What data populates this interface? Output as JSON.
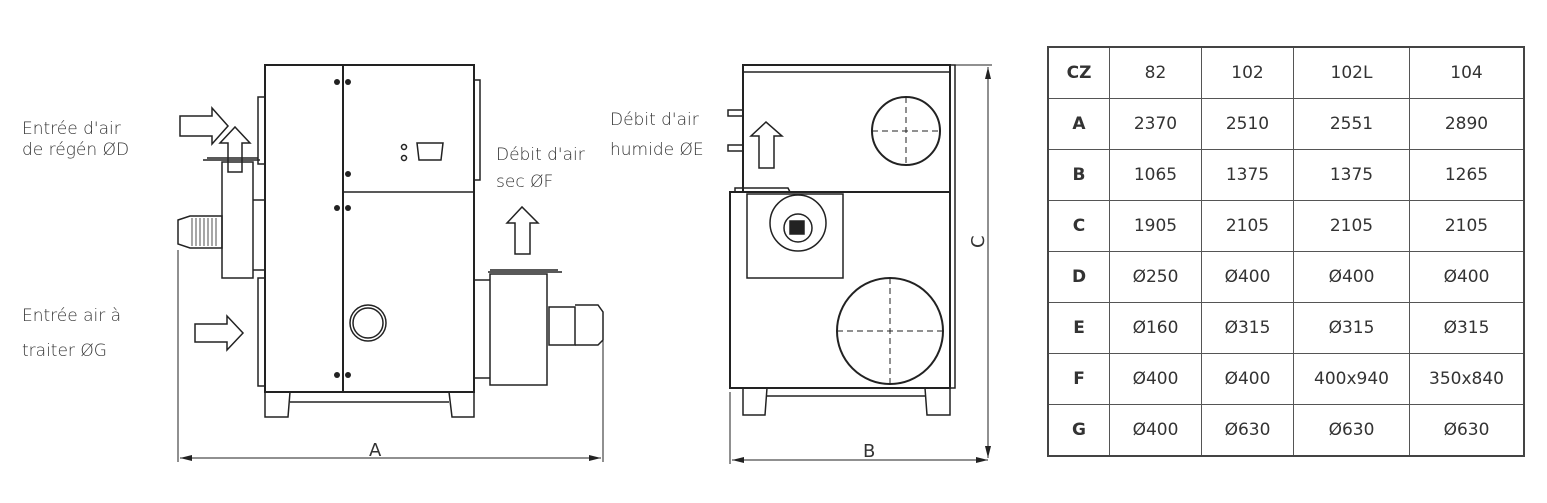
{
  "labels": {
    "regen_in_1": "Entrée d'air",
    "regen_in_2": "de régén ØD",
    "process_in_1": "Entrée air à",
    "process_in_2": "traiter ØG",
    "dry_out_1": "Débit d'air",
    "dry_out_2": "sec ØF",
    "wet_out_1": "Débit d'air",
    "wet_out_2": "humide ØE",
    "dim_a": "A",
    "dim_b": "B",
    "dim_c": "C"
  },
  "table": {
    "header": [
      "CZ",
      "82",
      "102",
      "102L",
      "104"
    ],
    "rows": [
      [
        "A",
        "2370",
        "2510",
        "2551",
        "2890"
      ],
      [
        "B",
        "1065",
        "1375",
        "1375",
        "1265"
      ],
      [
        "C",
        "1905",
        "2105",
        "2105",
        "2105"
      ],
      [
        "D",
        "Ø250",
        "Ø400",
        "Ø400",
        "Ø400"
      ],
      [
        "E",
        "Ø160",
        "Ø315",
        "Ø315",
        "Ø315"
      ],
      [
        "F",
        "Ø400",
        "Ø400",
        "400x940",
        "350x840"
      ],
      [
        "G",
        "Ø400",
        "Ø630",
        "Ø630",
        "Ø630"
      ]
    ]
  }
}
